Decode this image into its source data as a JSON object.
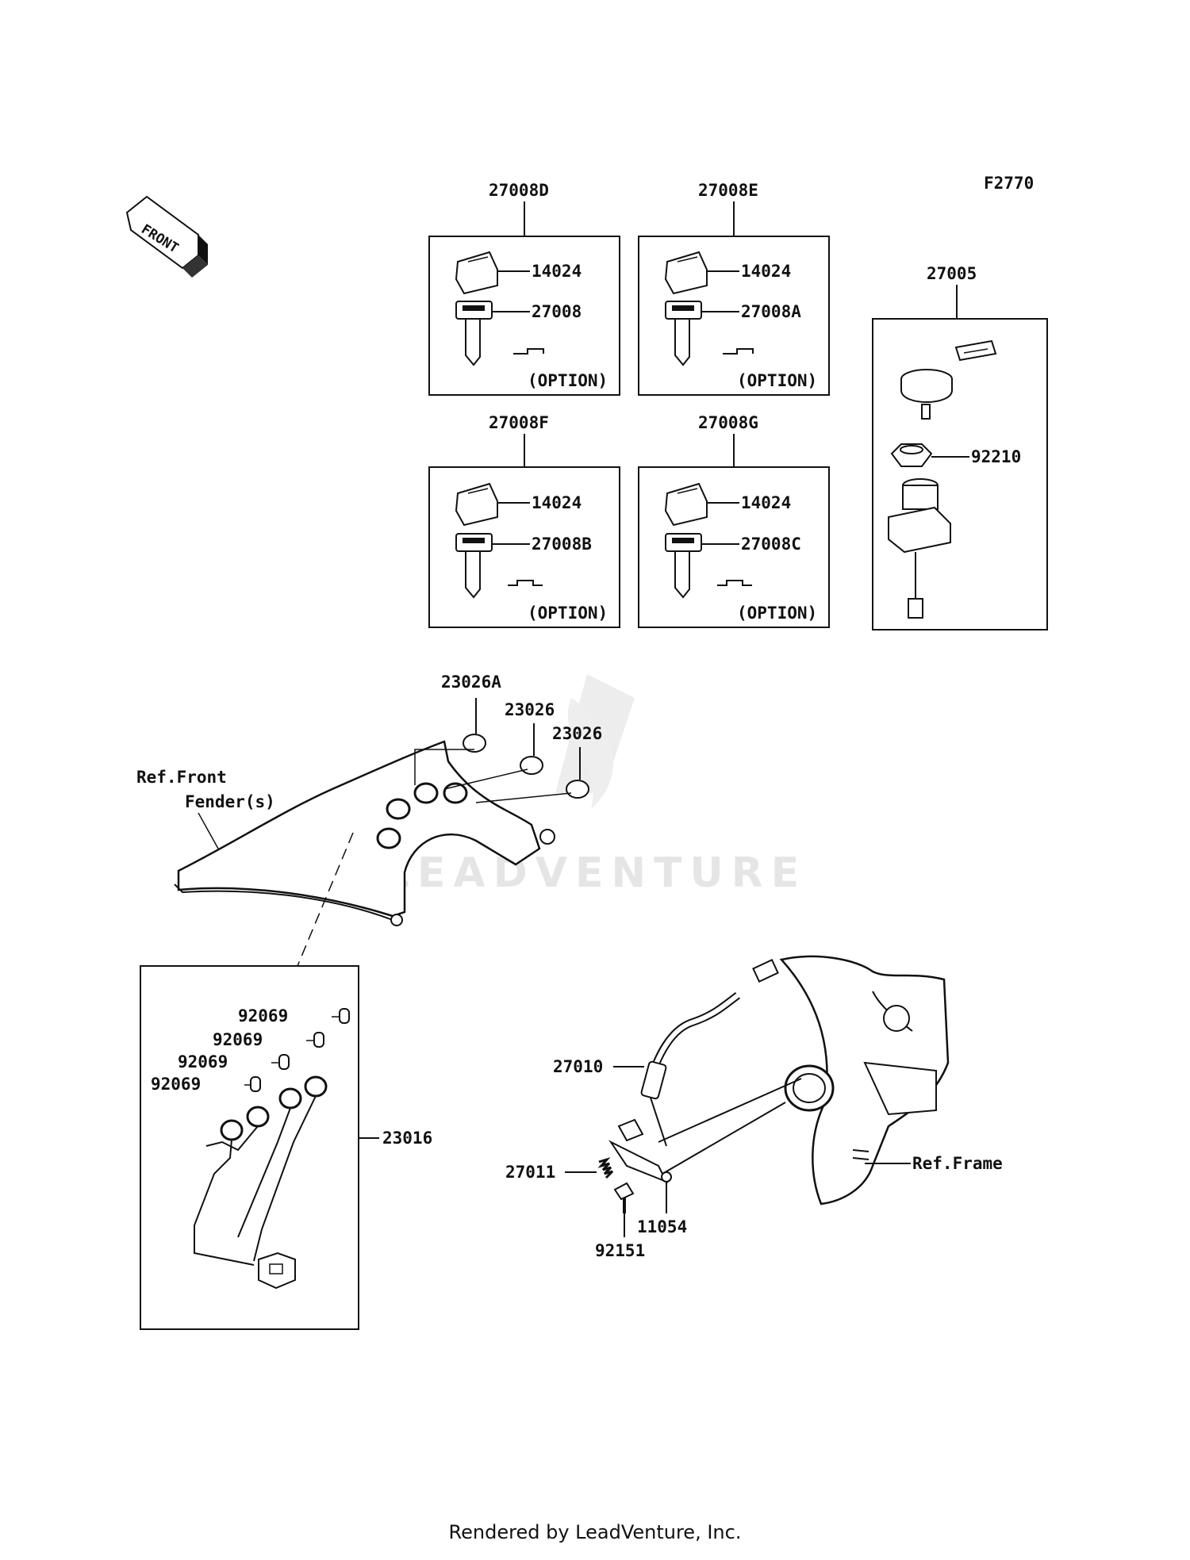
{
  "figure_code": "F2770",
  "front_label": "FRONT",
  "watermark": "LEADVENTURE",
  "footer": "Rendered by LeadVenture, Inc.",
  "key_kits": [
    {
      "kit": "27008D",
      "blank": "14024",
      "key": "27008",
      "note": "(OPTION)"
    },
    {
      "kit": "27008E",
      "blank": "14024",
      "key": "27008A",
      "note": "(OPTION)"
    },
    {
      "kit": "27008F",
      "blank": "14024",
      "key": "27008B",
      "note": "(OPTION)"
    },
    {
      "kit": "27008G",
      "blank": "14024",
      "key": "27008C",
      "note": "(OPTION)"
    }
  ],
  "ignition": {
    "kit": "27005",
    "nut": "92210"
  },
  "caps": [
    "23026A",
    "23026",
    "23026"
  ],
  "ref_fender": [
    "Ref.Front",
    "Fender(s)"
  ],
  "harness": {
    "part": "23016",
    "bulbs": [
      "92069",
      "92069",
      "92069",
      "92069"
    ]
  },
  "seat_lock": {
    "cable": "27010",
    "spring": "27011",
    "bracket": "11054",
    "bolt": "92151"
  },
  "ref_frame": "Ref.Frame"
}
